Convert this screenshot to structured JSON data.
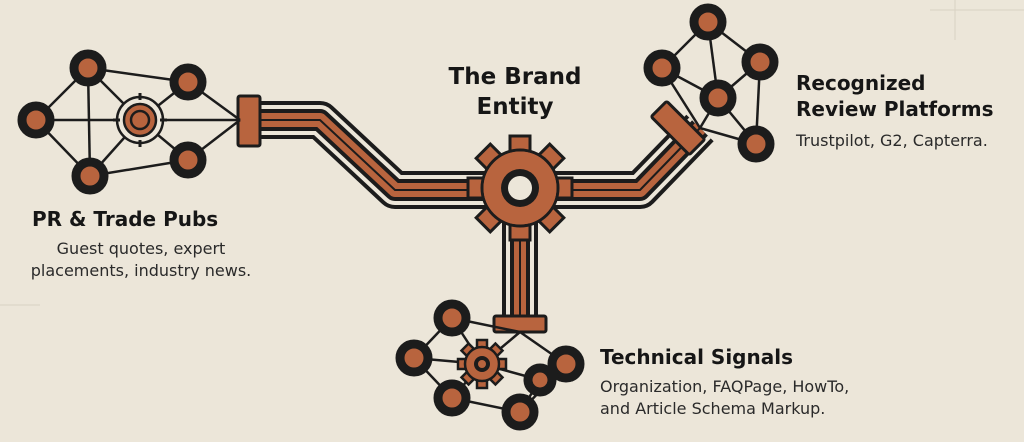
{
  "center": {
    "title_line1": "The Brand",
    "title_line2": "Entity"
  },
  "branches": {
    "pr": {
      "title": "PR & Trade Pubs",
      "desc_line1": "Guest quotes, expert",
      "desc_line2": "placements, industry news."
    },
    "review": {
      "title_line1": "Recognized",
      "title_line2": "Review Platforms",
      "desc": "Trustpilot, G2, Capterra."
    },
    "tech": {
      "title": "Technical Signals",
      "desc_line1": "Organization, FAQPage, HowTo,",
      "desc_line2": "and Article Schema Markup."
    }
  },
  "colors": {
    "background": "#ece6d9",
    "accent": "#b8643e",
    "line": "#1c1c1c"
  },
  "icons": {
    "center": "gear-icon",
    "pr_hub": "target-icon",
    "tech_hub": "gear-icon"
  }
}
